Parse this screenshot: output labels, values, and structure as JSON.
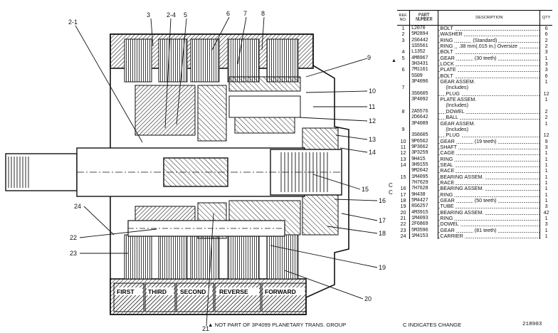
{
  "callouts": [
    "2-1",
    "3",
    "2-4",
    "5",
    "6",
    "7",
    "8",
    "9",
    "10",
    "11",
    "12",
    "13",
    "14",
    "15",
    "16",
    "17",
    "18",
    "19",
    "20",
    "21",
    "22",
    "23",
    "24"
  ],
  "gear_labels": {
    "first": "FIRST",
    "third": "THIRD",
    "second": "SECOND",
    "reverse": "REVERSE",
    "forward": "FORWARD"
  },
  "side_marks": {
    "c1": "C",
    "c2": "C"
  },
  "parts_table": {
    "headers": {
      "ref": "REF. NO.",
      "part": "PART NUMBER",
      "desc": "DESCRIPTION",
      "qty": "QTY"
    },
    "rows": [
      {
        "ref": "1",
        "pn": "L2070",
        "desc": "BOLT",
        "mid": "",
        "qty": "6"
      },
      {
        "ref": "2",
        "pn": "5M2894",
        "desc": "WASHER",
        "mid": "",
        "qty": "6"
      },
      {
        "ref": "3",
        "pn": "2S6442",
        "desc": "RING",
        "mid": "(Standard)",
        "qty": "2"
      },
      {
        "ref": "",
        "pn": "1S5561",
        "desc": "RING",
        "mid": ".38 mm(.015 in.) Oversize",
        "qty": "2"
      },
      {
        "ref": "4",
        "pn": "L1352",
        "desc": "BOLT",
        "mid": "",
        "qty": "3"
      },
      {
        "ref": "5",
        "pn": "4M8967",
        "desc": "GEAR",
        "mid": "(30 teeth)",
        "qty": "1"
      },
      {
        "ref": "",
        "pn": "3H3431",
        "desc": "LOCK",
        "mid": "",
        "qty": "3"
      },
      {
        "ref": "6",
        "pn": "7M1161",
        "desc": "PLATE",
        "mid": "",
        "qty": "3"
      },
      {
        "ref": "",
        "pn": "5S09",
        "desc": "BOLT",
        "mid": "",
        "qty": "6"
      },
      {
        "ref": "",
        "pn": "3P4096",
        "desc": "GEAR ASSEM.",
        "mid": "",
        "qty": "1",
        "plain": true
      },
      {
        "ref": "7",
        "pn": "",
        "desc": "(Includes)",
        "mid": "",
        "qty": "",
        "indent": true,
        "plain": true
      },
      {
        "ref": "",
        "pn": "3S6605",
        "desc": "PLUG",
        "mid": "",
        "qty": "12",
        "indent": true
      },
      {
        "ref": "",
        "pn": "3P4092",
        "desc": "PLATE ASSEM.",
        "mid": "",
        "qty": "1",
        "plain": true
      },
      {
        "ref": "",
        "pn": "",
        "desc": "(Includes)",
        "mid": "",
        "qty": "",
        "indent": true,
        "plain": true
      },
      {
        "ref": "8",
        "pn": "2A5576",
        "desc": "DOWEL",
        "mid": "",
        "qty": "2",
        "indent": true
      },
      {
        "ref": "",
        "pn": "2D6642",
        "desc": "BALL",
        "mid": "",
        "qty": "2",
        "indent": true
      },
      {
        "ref": "",
        "pn": "3P4089",
        "desc": "GEAR ASSEM.",
        "mid": "",
        "qty": "1",
        "plain": true
      },
      {
        "ref": "9",
        "pn": "",
        "desc": "(Includes)",
        "mid": "",
        "qty": "",
        "indent": true,
        "plain": true
      },
      {
        "ref": "",
        "pn": "3S6605",
        "desc": "PLUG",
        "mid": "",
        "qty": "12",
        "indent": true
      },
      {
        "ref": "10",
        "pn": "9P6562",
        "desc": "GEAR",
        "mid": "(19 teeth)",
        "qty": "9"
      },
      {
        "ref": "11",
        "pn": "9P3662",
        "desc": "SHAFT",
        "mid": "",
        "qty": "3"
      },
      {
        "ref": "12",
        "pn": "3P3259",
        "desc": "CAGE",
        "mid": "",
        "qty": "1"
      },
      {
        "ref": "13",
        "pn": "9H415",
        "desc": "RING",
        "mid": "",
        "qty": "1"
      },
      {
        "ref": "14",
        "pn": "3H9155",
        "desc": "SEAL",
        "mid": "",
        "qty": "1"
      },
      {
        "ref": "",
        "pn": "9M2042",
        "desc": "RACE",
        "mid": "",
        "qty": "1"
      },
      {
        "ref": "15",
        "pn": "1M4095",
        "desc": "BEARING ASSEM.",
        "mid": "",
        "qty": "1"
      },
      {
        "ref": "",
        "pn": "7H7629",
        "desc": "RACE",
        "mid": "",
        "qty": "1"
      },
      {
        "ref": "16",
        "pn": "7H7628",
        "desc": "BEARING ASSEM.",
        "mid": "",
        "qty": "1"
      },
      {
        "ref": "17",
        "pn": "9H438",
        "desc": "RING",
        "mid": "",
        "qty": "1"
      },
      {
        "ref": "18",
        "pn": "5M4427",
        "desc": "GEAR",
        "mid": "(50 teeth)",
        "qty": "1"
      },
      {
        "ref": "19",
        "pn": "8S6257",
        "desc": "TUBE",
        "mid": "",
        "qty": "3"
      },
      {
        "ref": "20",
        "pn": "4M3915",
        "desc": "BEARING ASSEM.",
        "mid": "",
        "qty": "42"
      },
      {
        "ref": "21",
        "pn": "1M4093",
        "desc": "RING",
        "mid": "",
        "qty": "1"
      },
      {
        "ref": "22",
        "pn": "2F6869",
        "desc": "DOWEL",
        "mid": "",
        "qty": "3"
      },
      {
        "ref": "23",
        "pn": "5M3596",
        "desc": "GEAR",
        "mid": "(81 teeth)",
        "qty": "1"
      },
      {
        "ref": "24",
        "pn": "1M4153",
        "desc": "CARRIER",
        "mid": "",
        "qty": "1"
      }
    ]
  },
  "footer": {
    "note": "▲ NOT PART OF 3P4099 PLANETARY TRANS. GROUP",
    "change": "C INDICATES CHANGE",
    "figure": "218903"
  },
  "triangle_mark": "▲"
}
